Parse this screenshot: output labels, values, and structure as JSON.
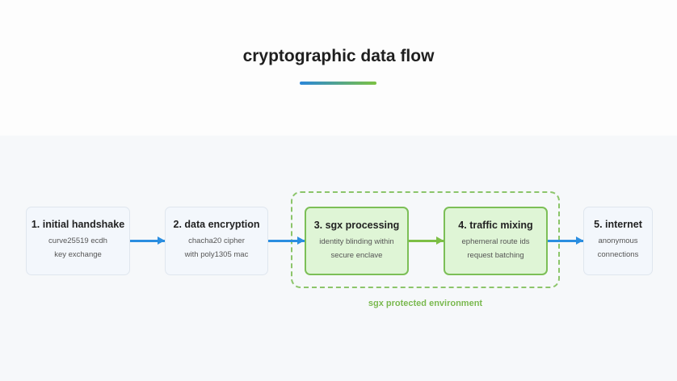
{
  "title": "cryptographic data flow",
  "steps": [
    {
      "title": "1. initial handshake",
      "lines": [
        "curve25519 ecdh",
        "key exchange"
      ]
    },
    {
      "title": "2. data encryption",
      "lines": [
        "chacha20 cipher",
        "with poly1305 mac"
      ]
    },
    {
      "title": "3. sgx processing",
      "lines": [
        "identity blinding within",
        "secure enclave"
      ]
    },
    {
      "title": "4. traffic mixing",
      "lines": [
        "ephemeral route ids",
        "request batching"
      ]
    },
    {
      "title": "5. internet",
      "lines": [
        "anonymous",
        "connections"
      ]
    }
  ],
  "environment_label": "sgx protected environment",
  "colors": {
    "blue": "#2b8ee0",
    "green": "#7cbf57"
  }
}
